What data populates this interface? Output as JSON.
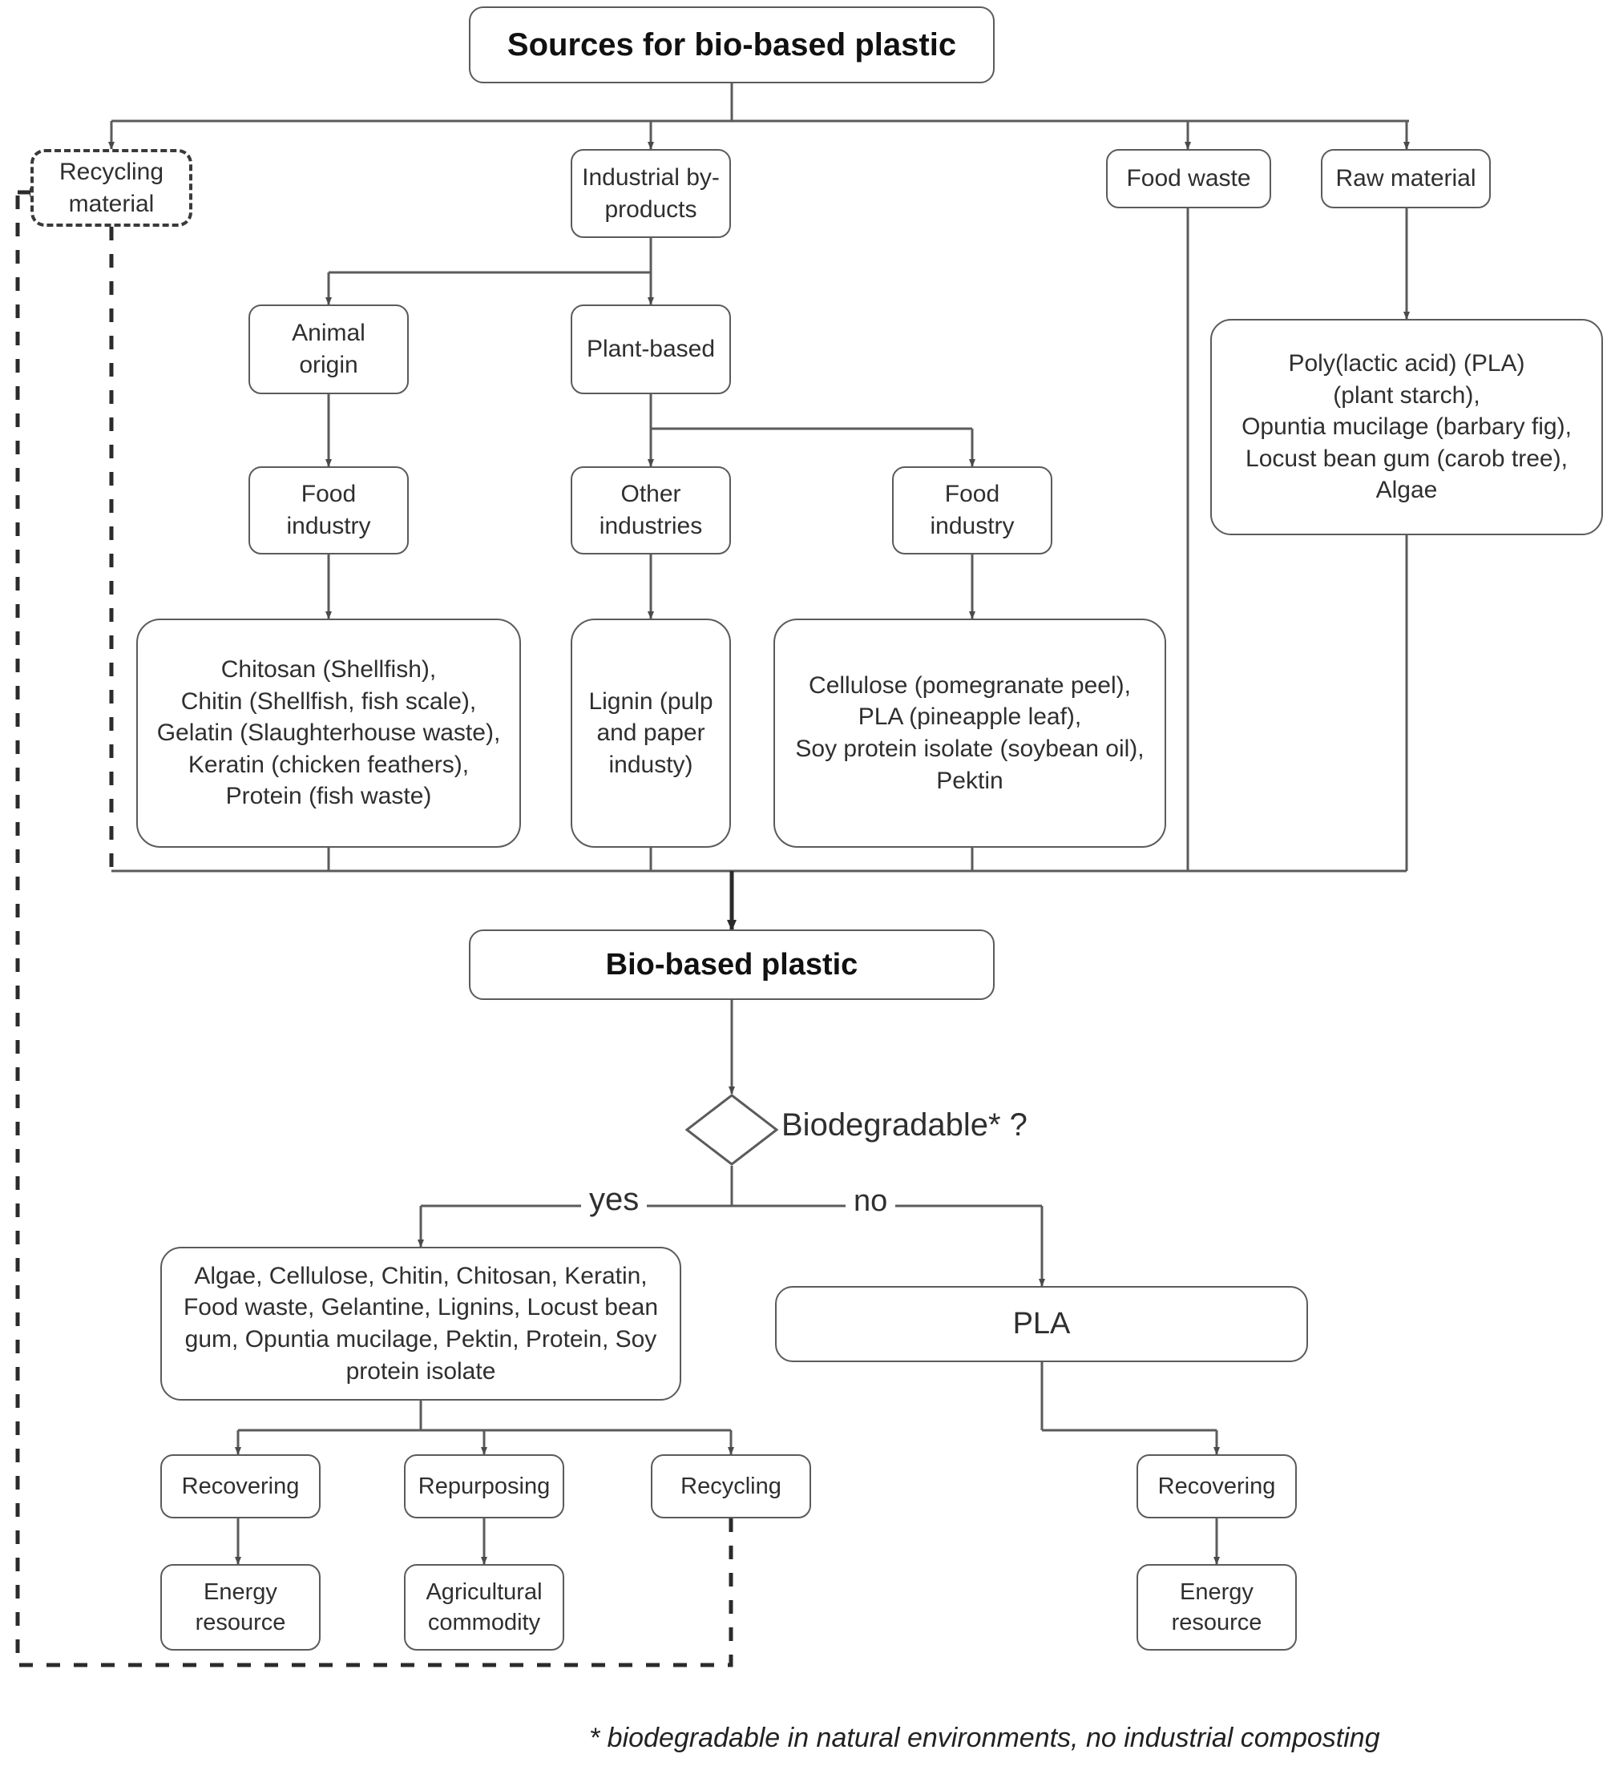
{
  "diagram": {
    "type": "flowchart",
    "title": "Sources for bio-based plastic",
    "footnote": "* biodegradable in natural environments, no industrial composting",
    "colors": {
      "stroke": "#5b5b5b",
      "text": "#2f2f2f",
      "dashed_stroke": "#3a3a3a",
      "background": "#ffffff"
    }
  },
  "nodes": {
    "root": "Sources for bio-based plastic",
    "recycling_material": "Recycling\nmaterial",
    "industrial_byproducts": "Industrial by-\nproducts",
    "food_waste": "Food waste",
    "raw_material": "Raw material",
    "animal_origin": "Animal\norigin",
    "plant_based": "Plant-based",
    "food_industry_animal": "Food\nindustry",
    "other_industries": "Other\nindustries",
    "food_industry_plant": "Food\nindustry",
    "raw_material_list": "Poly(lactic acid) (PLA)\n(plant starch),\nOpuntia mucilage (barbary fig),\nLocust bean gum (carob tree),\nAlgae",
    "animal_list": "Chitosan (Shellfish),\nChitin (Shellfish, fish scale),\nGelatin (Slaughterhouse waste),\nKeratin (chicken feathers),\nProtein (fish waste)",
    "lignin_list": "Lignin (pulp\nand paper\nindusty)",
    "plant_food_list": "Cellulose (pomegranate peel),\nPLA (pineapple leaf),\nSoy protein isolate (soybean oil),\nPektin",
    "biobased_plastic": "Bio-based plastic",
    "decision_label": "Biodegradable* ?",
    "branch_yes": "yes",
    "branch_no": "no",
    "biodegradable_list": "Algae, Cellulose, Chitin, Chitosan, Keratin,\nFood waste, Gelantine, Lignins, Locust bean\ngum, Opuntia mucilage, Pektin, Protein, Soy\nprotein isolate",
    "pla": "PLA",
    "recovering_left": "Recovering",
    "repurposing": "Repurposing",
    "recycling": "Recycling",
    "recovering_right": "Recovering",
    "energy_resource_left": "Energy\nresource",
    "agricultural_commodity": "Agricultural\ncommodity",
    "energy_resource_right": "Energy\nresource"
  },
  "edges": [
    {
      "from": "root",
      "to": "recycling_material"
    },
    {
      "from": "root",
      "to": "industrial_byproducts"
    },
    {
      "from": "root",
      "to": "food_waste"
    },
    {
      "from": "root",
      "to": "raw_material"
    },
    {
      "from": "industrial_byproducts",
      "to": "animal_origin"
    },
    {
      "from": "industrial_byproducts",
      "to": "plant_based"
    },
    {
      "from": "animal_origin",
      "to": "food_industry_animal"
    },
    {
      "from": "plant_based",
      "to": "other_industries"
    },
    {
      "from": "plant_based",
      "to": "food_industry_plant"
    },
    {
      "from": "food_industry_animal",
      "to": "animal_list"
    },
    {
      "from": "other_industries",
      "to": "lignin_list"
    },
    {
      "from": "food_industry_plant",
      "to": "plant_food_list"
    },
    {
      "from": "raw_material",
      "to": "raw_material_list"
    },
    {
      "from": "animal_list",
      "to": "biobased_plastic"
    },
    {
      "from": "lignin_list",
      "to": "biobased_plastic"
    },
    {
      "from": "plant_food_list",
      "to": "biobased_plastic"
    },
    {
      "from": "food_waste",
      "to": "biobased_plastic"
    },
    {
      "from": "raw_material_list",
      "to": "biobased_plastic"
    },
    {
      "from": "biobased_plastic",
      "to": "decision_label"
    },
    {
      "from": "decision_label",
      "to": "biodegradable_list",
      "label": "yes"
    },
    {
      "from": "decision_label",
      "to": "pla",
      "label": "no"
    },
    {
      "from": "biodegradable_list",
      "to": "recovering_left"
    },
    {
      "from": "biodegradable_list",
      "to": "repurposing"
    },
    {
      "from": "biodegradable_list",
      "to": "recycling"
    },
    {
      "from": "pla",
      "to": "recovering_right"
    },
    {
      "from": "recovering_left",
      "to": "energy_resource_left"
    },
    {
      "from": "repurposing",
      "to": "agricultural_commodity"
    },
    {
      "from": "recovering_right",
      "to": "energy_resource_right"
    },
    {
      "from": "recycling",
      "to": "recycling_material",
      "style": "dashed"
    }
  ]
}
